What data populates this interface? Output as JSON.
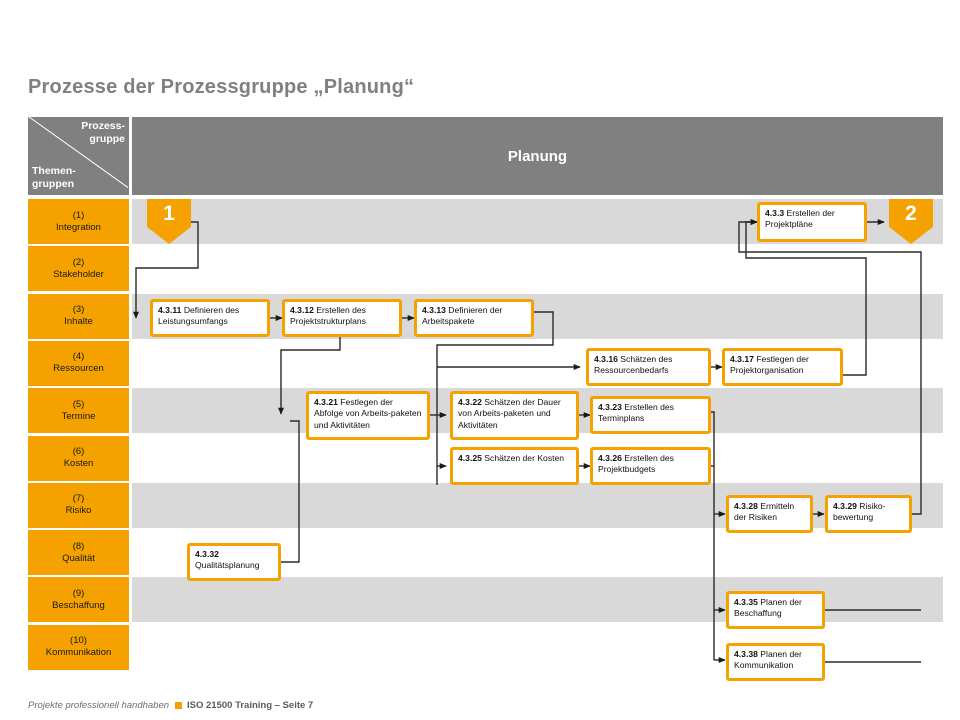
{
  "slide": {
    "title": "Prozesse der Prozessgruppe „Planung“",
    "accent_color": "#F5A200",
    "header_color": "#808080",
    "band_shade_color": "#d9d9d9"
  },
  "matrix": {
    "corner": {
      "process_group_label": "Prozess-\ngruppe",
      "process_group_line1": "Prozess-",
      "process_group_line2": "gruppe",
      "theme_group_line1": "Themen-",
      "theme_group_line2": "gruppen"
    },
    "group_header": "Planung",
    "rows": [
      {
        "number": "(1)",
        "name": "Integration",
        "shaded": true
      },
      {
        "number": "(2)",
        "name": "Stakeholder",
        "shaded": false
      },
      {
        "number": "(3)",
        "name": "Inhalte",
        "shaded": true
      },
      {
        "number": "(4)",
        "name": "Ressourcen",
        "shaded": false
      },
      {
        "number": "(5)",
        "name": "Termine",
        "shaded": true
      },
      {
        "number": "(6)",
        "name": "Kosten",
        "shaded": false
      },
      {
        "number": "(7)",
        "name": "Risiko",
        "shaded": true
      },
      {
        "number": "(8)",
        "name": "Qualität",
        "shaded": false
      },
      {
        "number": "(9)",
        "name": "Beschaffung",
        "shaded": true
      },
      {
        "number": "(10)",
        "name": "Kommunikation",
        "shaded": false
      }
    ]
  },
  "markers": [
    {
      "label": "1",
      "meaning": "entry-from-initiierung"
    },
    {
      "label": "2",
      "meaning": "exit-to-umsetzung"
    }
  ],
  "processes": [
    {
      "id": "4.3.3",
      "code": "4.3.3",
      "text": "Erstellen der Projektpläne",
      "row": 1,
      "row_name": "Integration"
    },
    {
      "id": "4.3.11",
      "code": "4.3.11",
      "text": "Definieren des Leistungsumfangs",
      "row": 3,
      "row_name": "Inhalte"
    },
    {
      "id": "4.3.12",
      "code": "4.3.12",
      "text": "Erstellen des Projektstrukturplans",
      "row": 3,
      "row_name": "Inhalte"
    },
    {
      "id": "4.3.13",
      "code": "4.3.13",
      "text": "Definieren der Arbeitspakete",
      "row": 3,
      "row_name": "Inhalte"
    },
    {
      "id": "4.3.16",
      "code": "4.3.16",
      "text": "Schätzen des Ressourcenbedarfs",
      "row": 4,
      "row_name": "Ressourcen"
    },
    {
      "id": "4.3.17",
      "code": "4.3.17",
      "text": "Festlegen der Projektorganisation",
      "row": 4,
      "row_name": "Ressourcen"
    },
    {
      "id": "4.3.21",
      "code": "4.3.21",
      "text": "Festlegen der Abfolge von Arbeits-paketen und Aktivitäten",
      "row": 5,
      "row_name": "Termine"
    },
    {
      "id": "4.3.22",
      "code": "4.3.22",
      "text": "Schätzen der Dauer von Arbeits-paketen und Aktivitäten",
      "row": 5,
      "row_name": "Termine"
    },
    {
      "id": "4.3.23",
      "code": "4.3.23",
      "text": "Erstellen des Terminplans",
      "row": 5,
      "row_name": "Termine"
    },
    {
      "id": "4.3.25",
      "code": "4.3.25",
      "text": "Schätzen der Kosten",
      "row": 6,
      "row_name": "Kosten"
    },
    {
      "id": "4.3.26",
      "code": "4.3.26",
      "text": "Erstellen des Projektbudgets",
      "row": 6,
      "row_name": "Kosten"
    },
    {
      "id": "4.3.28",
      "code": "4.3.28",
      "text": "Ermitteln der Risiken",
      "row": 7,
      "row_name": "Risiko"
    },
    {
      "id": "4.3.29",
      "code": "4.3.29",
      "text": "Risiko-bewertung",
      "row": 7,
      "row_name": "Risiko"
    },
    {
      "id": "4.3.32",
      "code": "4.3.32",
      "text": "Qualitätsplanung",
      "row": 8,
      "row_name": "Qualität"
    },
    {
      "id": "4.3.35",
      "code": "4.3.35",
      "text": "Planen der Beschaffung",
      "row": 9,
      "row_name": "Beschaffung"
    },
    {
      "id": "4.3.38",
      "code": "4.3.38",
      "text": "Planen der Kommunikation",
      "row": 10,
      "row_name": "Kommunikation"
    }
  ],
  "footer": {
    "tagline": "Projekte professionell handhaben",
    "course": "ISO 21500 Training – Seite 7"
  }
}
